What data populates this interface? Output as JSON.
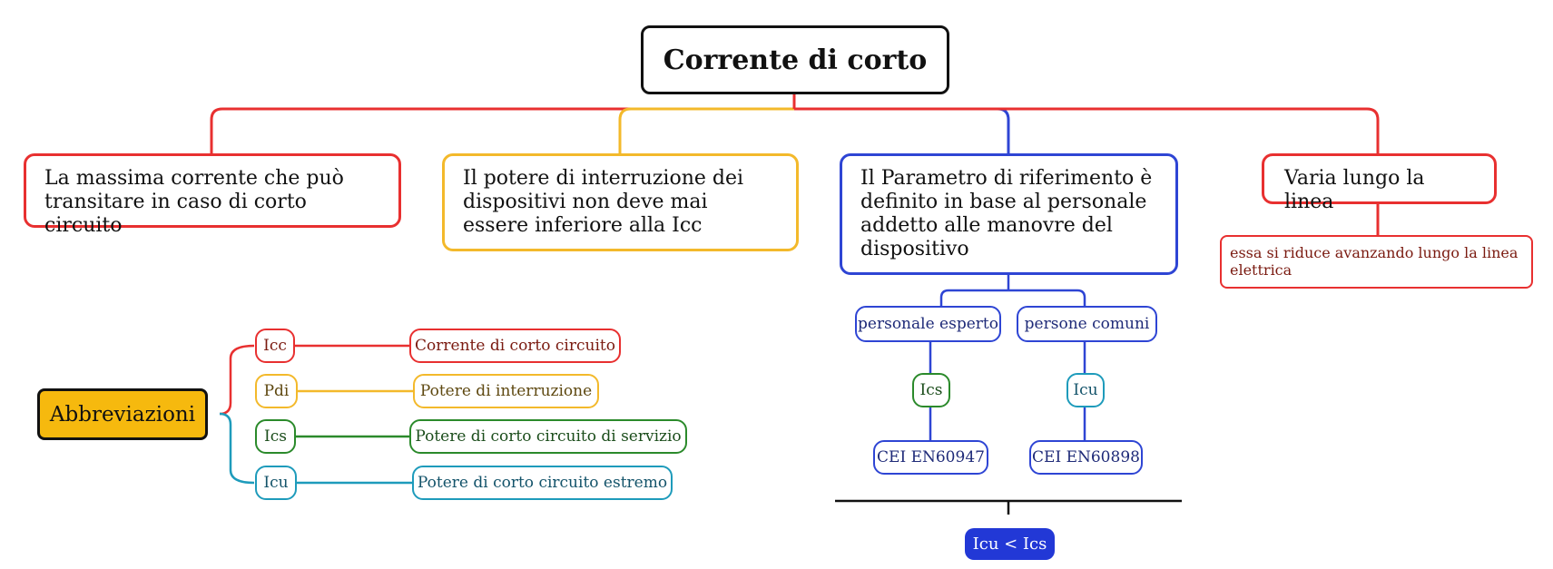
{
  "root": {
    "title": "Corrente di corto"
  },
  "branches": {
    "definition": "La massima corrente che può transitare in caso di corto circuito",
    "breaking": "Il potere di interruzione dei dispositivi non deve mai essere inferiore alla Icc",
    "parameter": "Il Parametro di riferimento è definito in base al personale addetto alle manovre del dispositivo",
    "varies": "Varia lungo la linea",
    "varies_note": "essa si riduce avanzando lungo la linea elettrica"
  },
  "personnel": {
    "expert": "personale esperto",
    "expert_param": "Ics",
    "expert_norm": "CEI EN60947",
    "common": "persone comuni",
    "common_param": "Icu",
    "common_norm": "CEI EN60898",
    "relation": "Icu < Ics"
  },
  "abbreviations": {
    "title": "Abbreviazioni",
    "items": [
      {
        "code": "Icc",
        "meaning": "Corrente di corto circuito"
      },
      {
        "code": "Pdi",
        "meaning": "Potere di interruzione"
      },
      {
        "code": "Ics",
        "meaning": "Potere di corto circuito di servizio"
      },
      {
        "code": "Icu",
        "meaning": "Potere di corto circuito estremo"
      }
    ]
  },
  "colors": {
    "red": "#e83030",
    "yellow": "#f3b92b",
    "blue": "#2e45d4",
    "green": "#2b8a2b",
    "teal": "#1e9bbb",
    "abbr_fill": "#f6b90e",
    "result_fill": "#2238d6"
  }
}
